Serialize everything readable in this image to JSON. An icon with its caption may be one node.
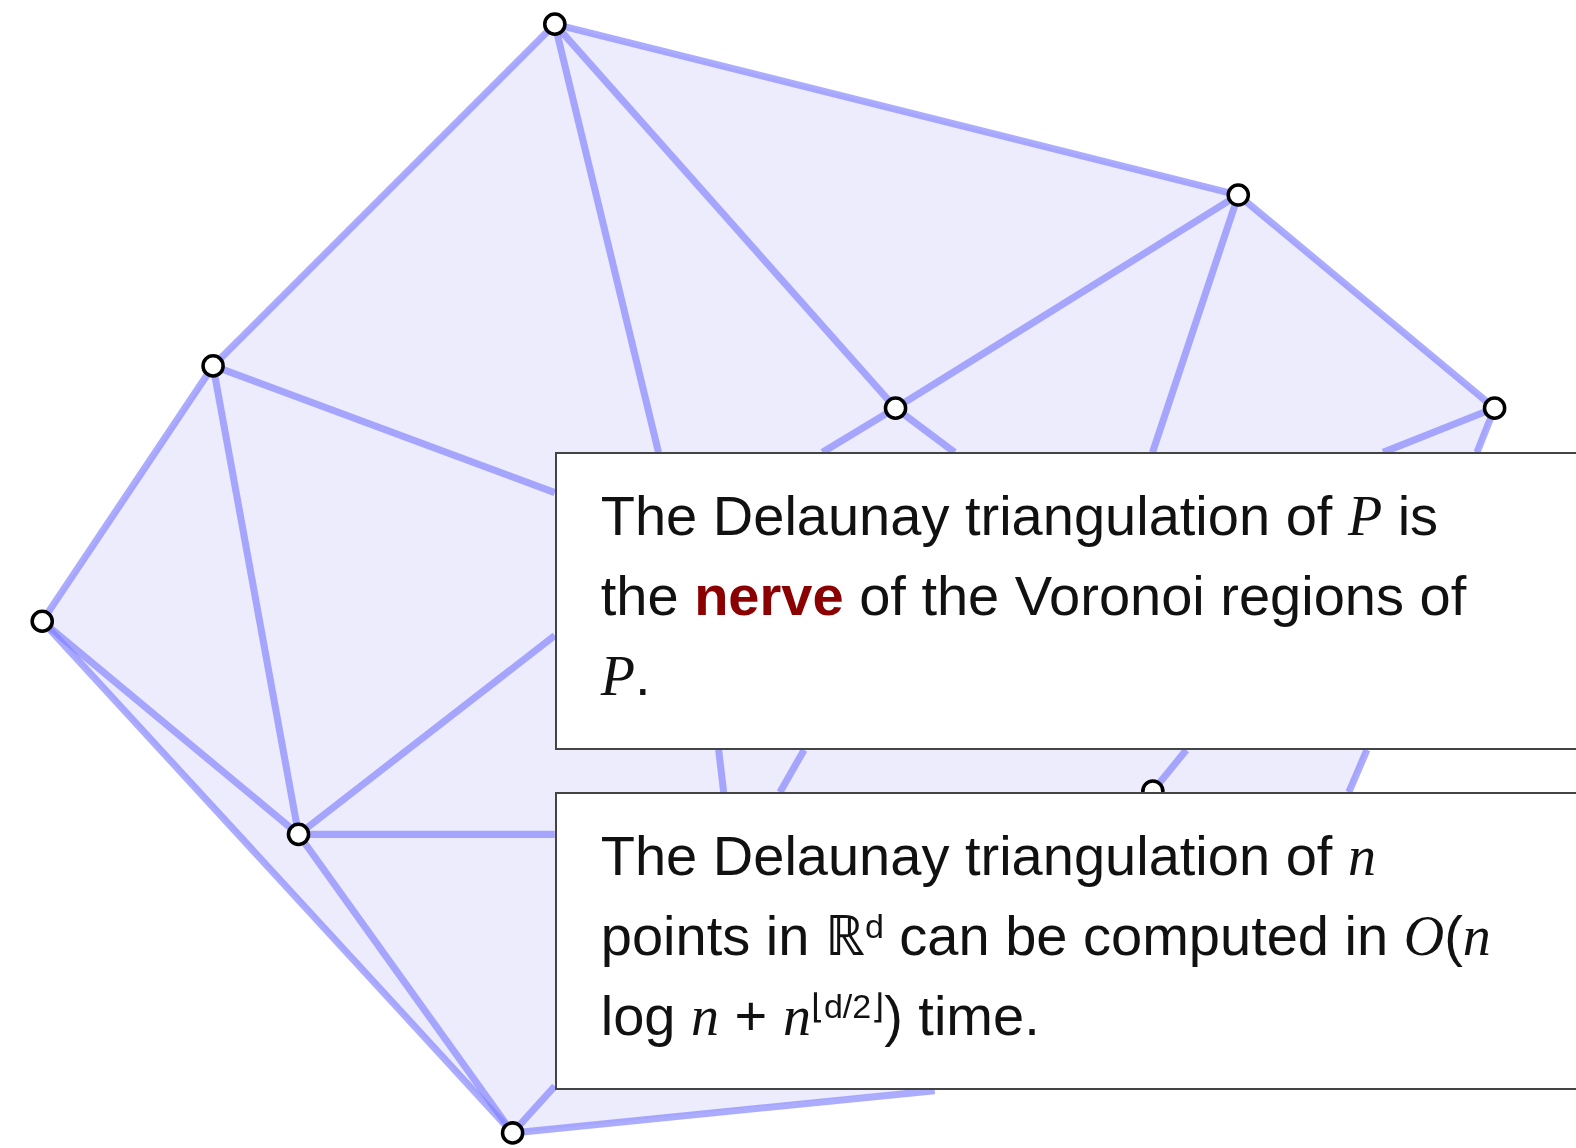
{
  "diagram": {
    "nodes": [
      {
        "text": [],
        "shape": "circle"
      },
      {
        "text": [],
        "shape": "circle"
      },
      {
        "text": [],
        "shape": "circle"
      },
      {
        "text": [],
        "shape": "circle"
      },
      {
        "text": [],
        "shape": "circle"
      },
      {
        "text": [],
        "shape": "circle"
      },
      {
        "text": [],
        "shape": "circle"
      },
      {
        "text": [],
        "shape": "circle"
      },
      {
        "text": [],
        "shape": "circle"
      },
      {
        "text": [
          "The Delaunay triangulation of *P* is the **nerve** of the Voronoi regions of *P*."
        ]
      },
      {
        "text": [
          "The Delaunay triangulation of *n* points in ℝ$^{d}$ can be computed in *O*(*n* log *n* + *n*$^{⌊d/2⌋}$) time."
        ]
      }
    ],
    "edges": [
      {
        "from": 0,
        "to": 1,
        "arrow": "none"
      },
      {
        "from": 0,
        "to": 2,
        "arrow": "none"
      },
      {
        "from": 0,
        "to": 3,
        "arrow": "none"
      },
      {
        "from": 1,
        "to": 3,
        "arrow": "none"
      },
      {
        "from": 1,
        "to": 4,
        "arrow": "none"
      },
      {
        "from": 2,
        "to": 5,
        "arrow": "none"
      },
      {
        "from": 2,
        "to": 7,
        "arrow": "none"
      },
      {
        "from": 5,
        "to": 7,
        "arrow": "none"
      },
      {
        "from": 5,
        "to": 8,
        "arrow": "none"
      },
      {
        "from": 7,
        "to": 8,
        "arrow": "none"
      },
      {
        "from": 0,
        "to": 9,
        "arrow": "none"
      },
      {
        "from": 2,
        "to": 9,
        "arrow": "none"
      },
      {
        "from": 7,
        "to": 9,
        "arrow": "none"
      },
      {
        "from": 3,
        "to": 9,
        "arrow": "none"
      },
      {
        "from": 3,
        "to": 9,
        "arrow": "none"
      },
      {
        "from": 1,
        "to": 9,
        "arrow": "none"
      },
      {
        "from": 4,
        "to": 9,
        "arrow": "none"
      },
      {
        "from": 4,
        "to": 9,
        "arrow": "none"
      },
      {
        "from": 7,
        "to": 10,
        "arrow": "none"
      },
      {
        "from": 8,
        "to": 10,
        "arrow": "none"
      },
      {
        "from": 8,
        "to": 10,
        "arrow": "none"
      },
      {
        "from": 6,
        "to": 9,
        "arrow": "none"
      },
      {
        "from": 9,
        "to": 10,
        "arrow": "none"
      },
      {
        "from": 9,
        "to": 10,
        "arrow": "none"
      },
      {
        "from": 9,
        "to": 10,
        "arrow": "none"
      }
    ]
  }
}
